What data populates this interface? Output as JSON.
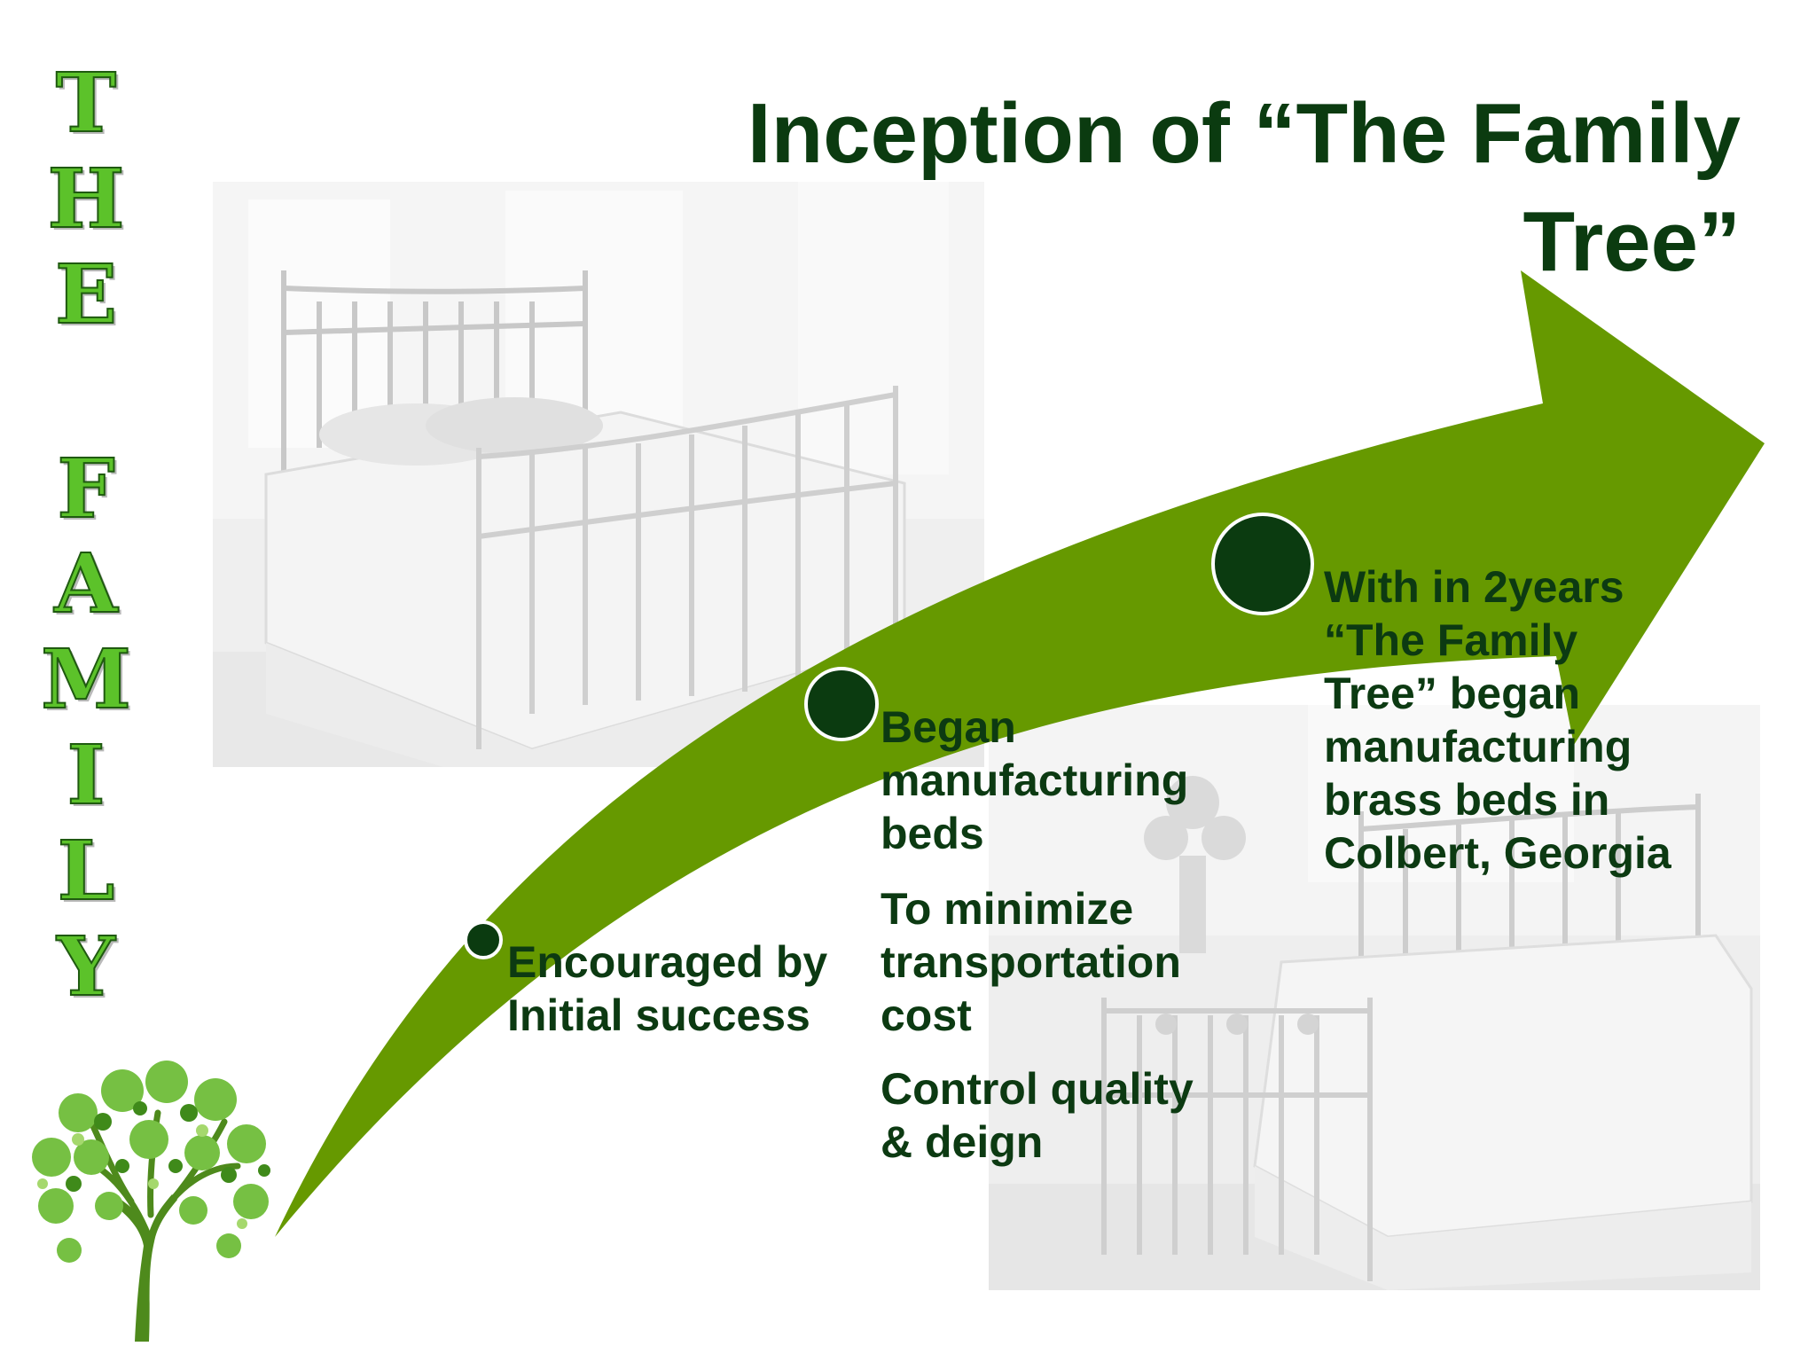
{
  "title": "Inception of “The Family Tree”",
  "brand_letters": [
    "T",
    "H",
    "E",
    "F",
    "A",
    "M",
    "I",
    "L",
    "Y"
  ],
  "colors": {
    "title": "#0b3b10",
    "arrow": "#669900",
    "dot": "#0b3b10",
    "body_text": "#0c3a12",
    "brand_letter": "#5cc22a"
  },
  "timeline": [
    {
      "text": "Encouraged by\nInitial success"
    },
    {
      "text": "Began\nmanufacturing\nbeds"
    },
    {
      "text": "To minimize\ntransportation\ncost"
    },
    {
      "text": "Control quality\n& deign"
    },
    {
      "text": "With in 2years\n“The Family\nTree” began\nmanufacturing\nbrass beds in\nColbert, Georgia"
    }
  ]
}
